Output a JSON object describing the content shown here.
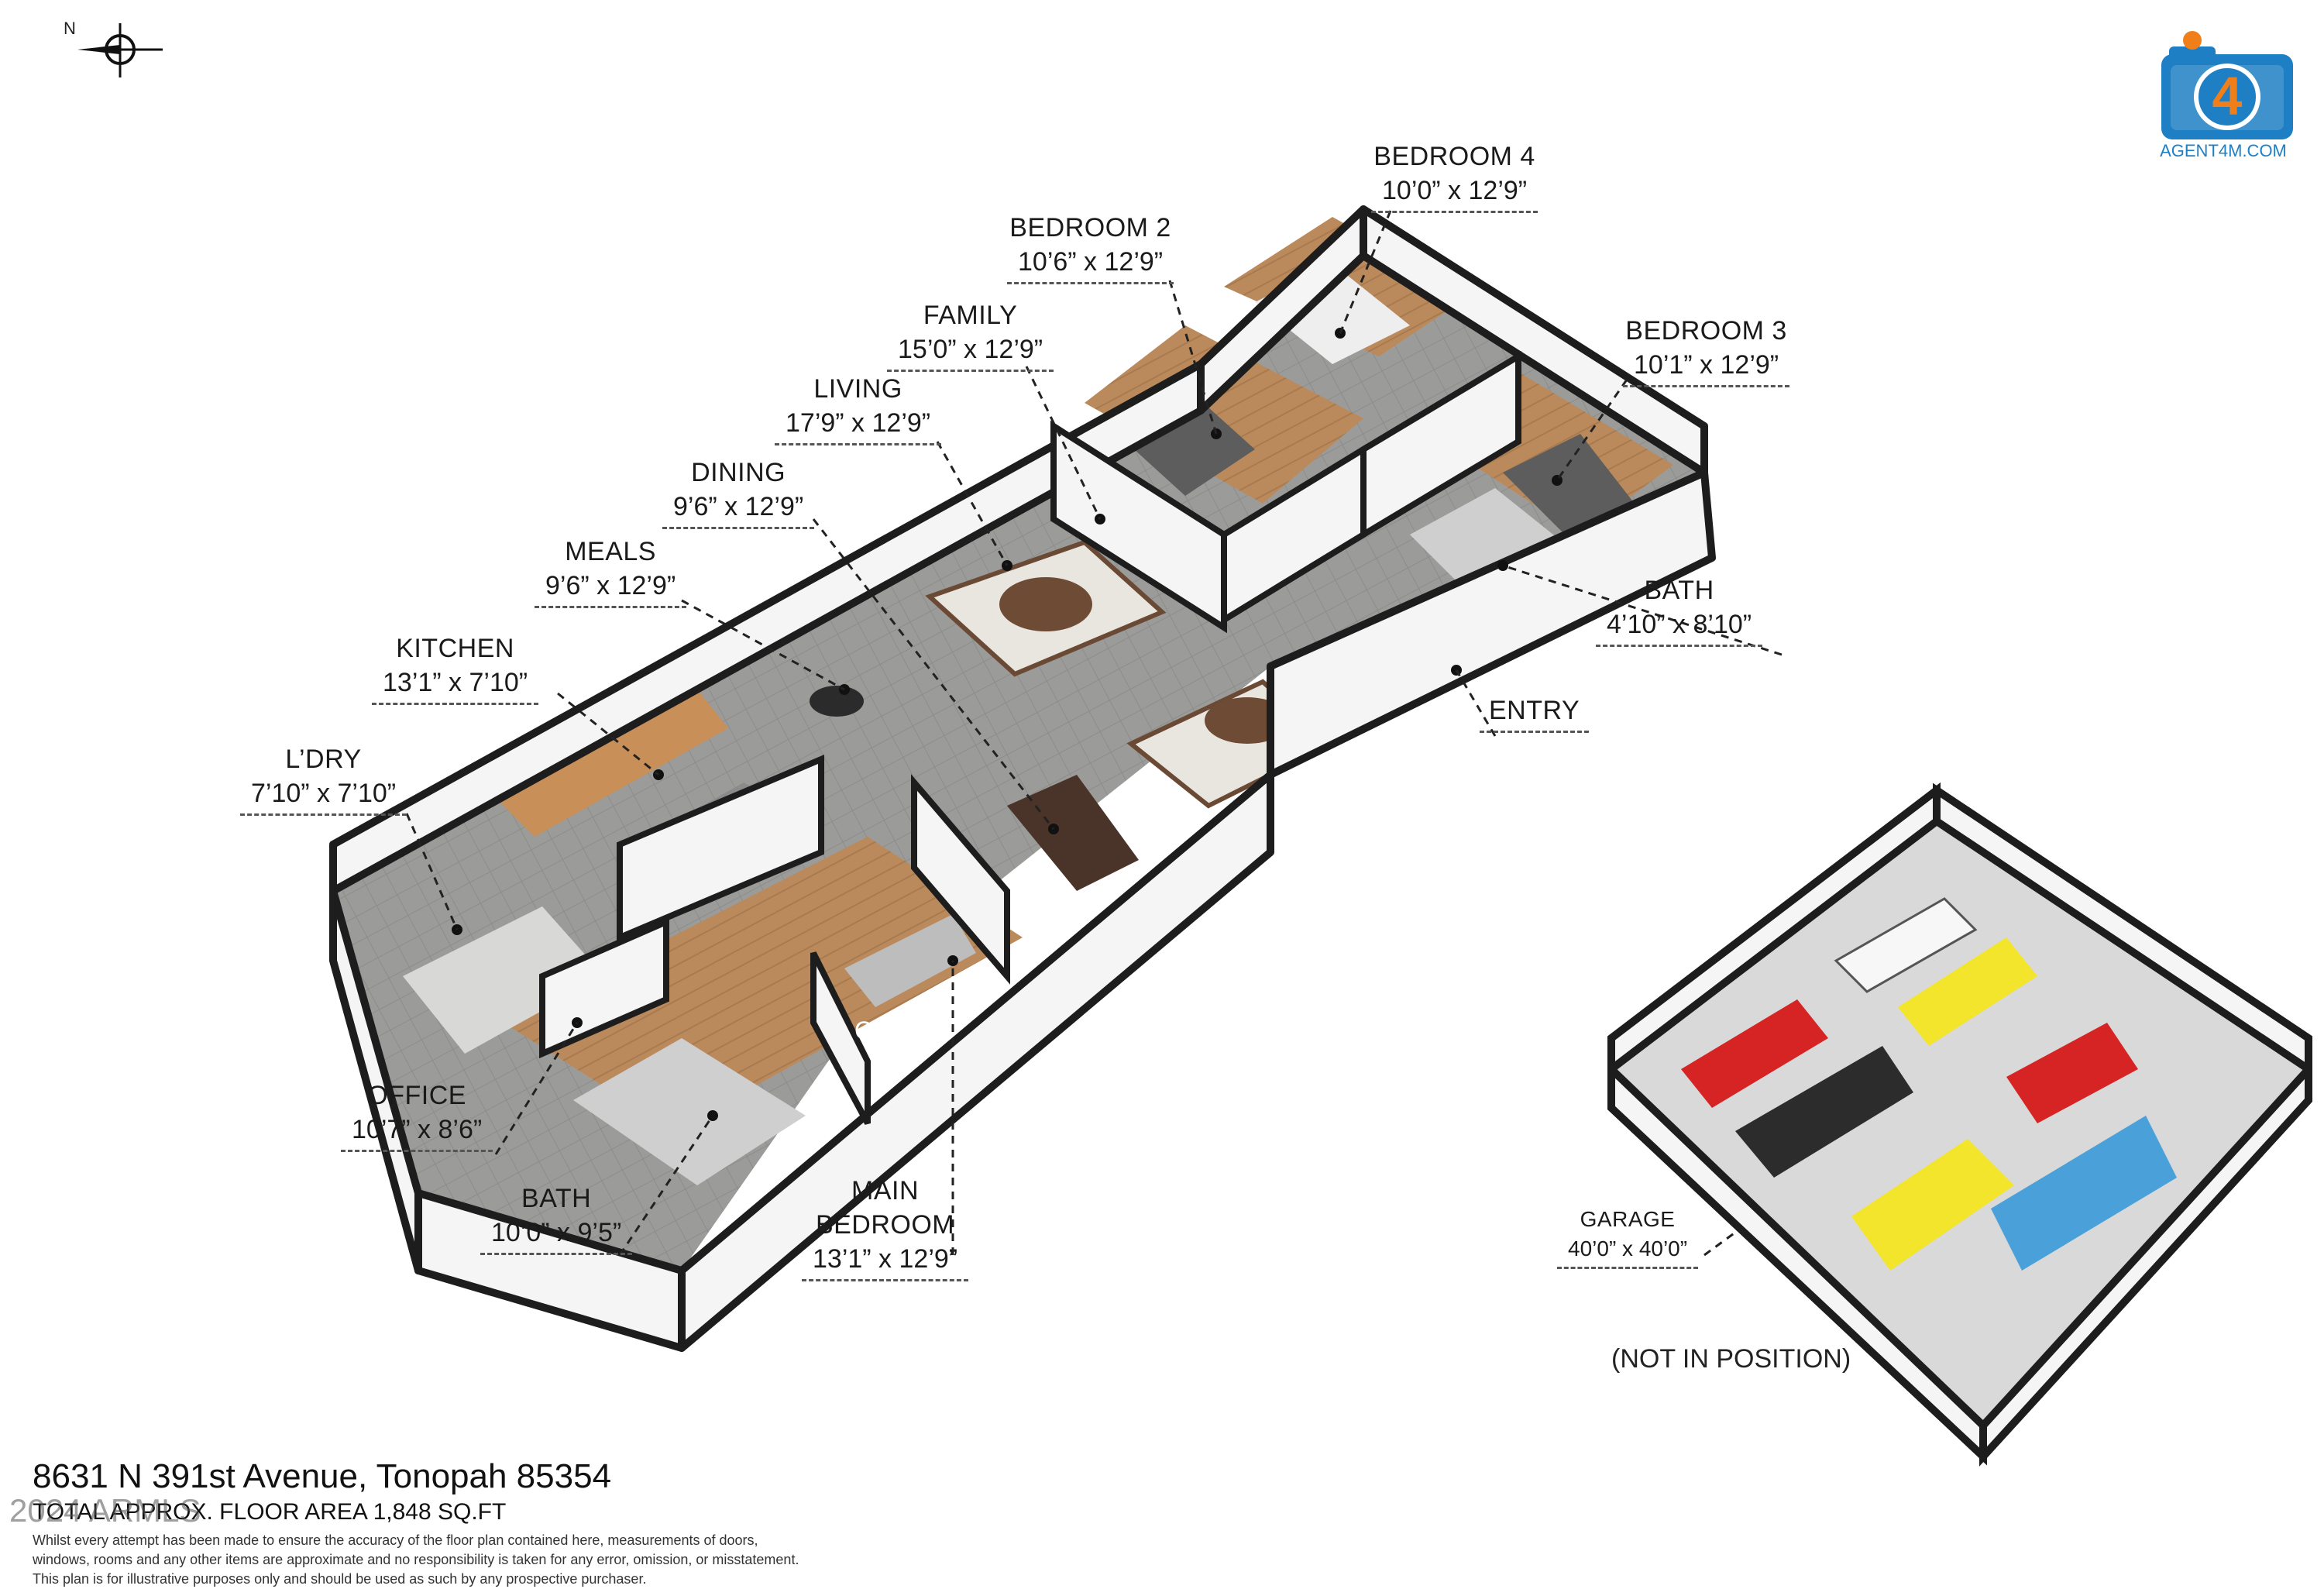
{
  "rooms": [
    {
      "key": "bedroom4",
      "name": "BEDROOM 4",
      "dim": "10’0” x 12’9”"
    },
    {
      "key": "bedroom2",
      "name": "BEDROOM 2",
      "dim": "10’6” x 12’9”"
    },
    {
      "key": "family",
      "name": "FAMILY",
      "dim": "15’0” x 12’9”"
    },
    {
      "key": "bedroom3",
      "name": "BEDROOM 3",
      "dim": "10’1” x 12’9”"
    },
    {
      "key": "living",
      "name": "LIVING",
      "dim": "17’9” x 12’9”"
    },
    {
      "key": "dining",
      "name": "DINING",
      "dim": "9’6” x 12’9”"
    },
    {
      "key": "meals",
      "name": "MEALS",
      "dim": "9’6” x 12’9”"
    },
    {
      "key": "bath_east",
      "name": "BATH",
      "dim": "4’10” x 8’10”"
    },
    {
      "key": "kitchen",
      "name": "KITCHEN",
      "dim": "13’1” x 7’10”"
    },
    {
      "key": "entry",
      "name": "ENTRY",
      "dim": ""
    },
    {
      "key": "laundry",
      "name": "L’DRY",
      "dim": "7’10” x 7’10”"
    },
    {
      "key": "office",
      "name": "OFFICE",
      "dim": "10’7” x 8’6”"
    },
    {
      "key": "bath_main",
      "name": "BATH",
      "dim": "10’0” x 9’5”"
    },
    {
      "key": "main_bedroom",
      "name": "MAIN\nBEDROOM",
      "dim": "13’1” x 12’9”"
    },
    {
      "key": "garage",
      "name": "GARAGE",
      "dim": "40’0” x 40’0”"
    }
  ],
  "closet_label": "CL",
  "garage_note": "(NOT IN POSITION)",
  "compass": {
    "letter": "N"
  },
  "logo": {
    "domain": "AGENT4M.COM",
    "brand_color": "#1f7fc4",
    "accent_color": "#f07f1a",
    "icon": "camera-4-logo-icon"
  },
  "footer": {
    "address": "8631 N 391st Avenue, Tonopah 85354",
    "area": "TOTAL APPROX. FLOOR AREA 1,848 SQ.FT",
    "watermark": "2024 ARMLS",
    "disclaimer_1": "Whilst every attempt has been made to ensure the accuracy of the floor plan contained here, measurements of doors,",
    "disclaimer_2": "windows, rooms and any other items are approximate and no responsibility is taken for any error, omission, or misstatement.",
    "disclaimer_3": "This plan is for illustrative purposes only and should be used as such by any prospective purchaser."
  },
  "colors": {
    "wall": "#f2f2f2",
    "wall_top": "#1d1d1d",
    "tile": "#9a9a98",
    "wood": "#b9895b",
    "garage_floor": "#d8d8d8"
  }
}
